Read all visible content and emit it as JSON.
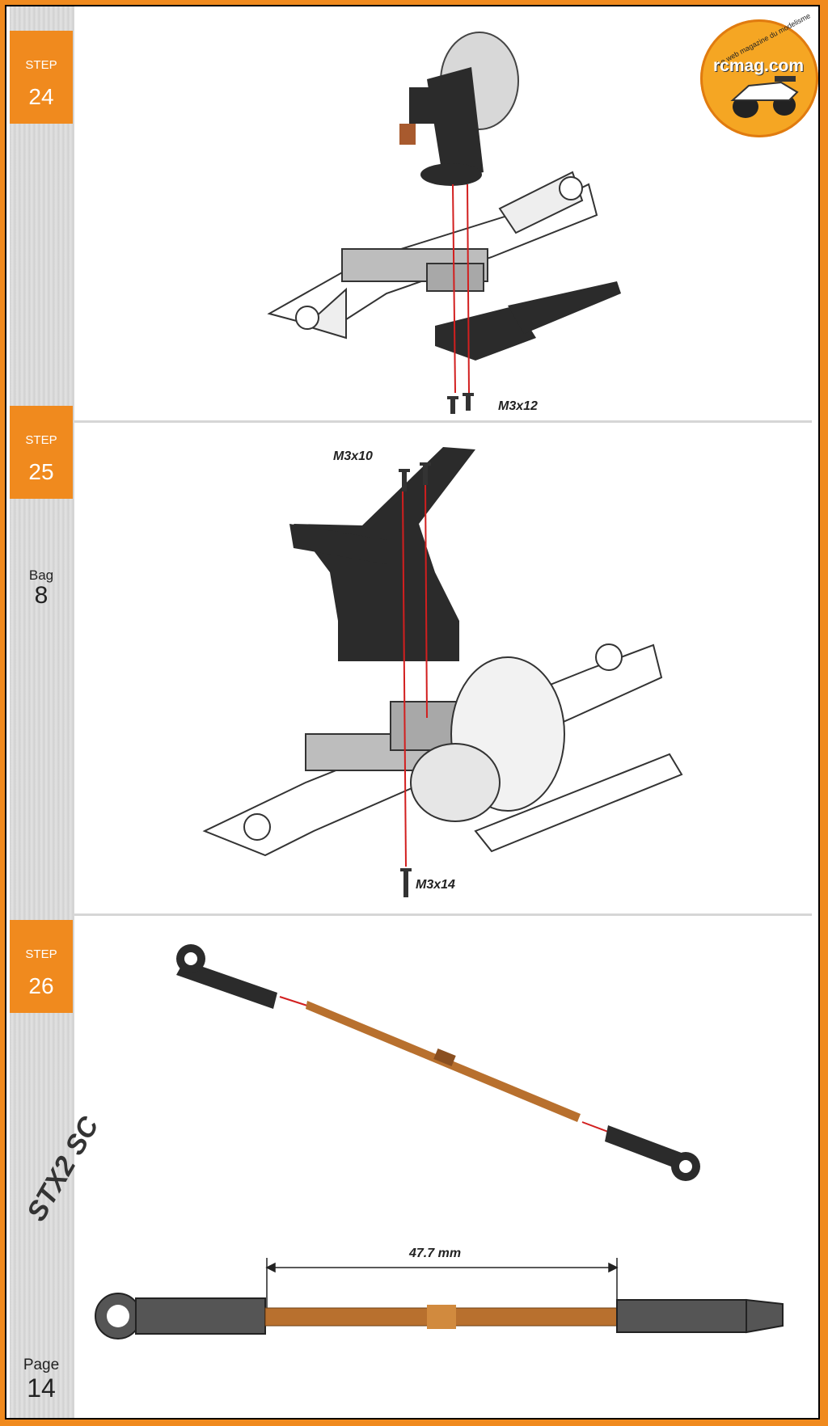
{
  "steps": [
    {
      "word": "STEP",
      "number": "24"
    },
    {
      "word": "STEP",
      "number": "25"
    },
    {
      "word": "STEP",
      "number": "26"
    }
  ],
  "bag": {
    "word": "Bag",
    "number": "8"
  },
  "page": {
    "word": "Page",
    "number": "14"
  },
  "logo": {
    "tagline": "Le web magazine du modelisme",
    "brand": "rcmag.com"
  },
  "brandmark": "STX2 SC",
  "labels": {
    "step24_screw": "M3x12",
    "step25_screw_top": "M3x10",
    "step25_screw_bottom": "M3x14",
    "step26_length": "47.7 mm"
  },
  "colors": {
    "accent": "#f08a1e",
    "part_dark": "#2b2b2b",
    "rod": "#b8702e",
    "guide": "#d21f1f"
  }
}
